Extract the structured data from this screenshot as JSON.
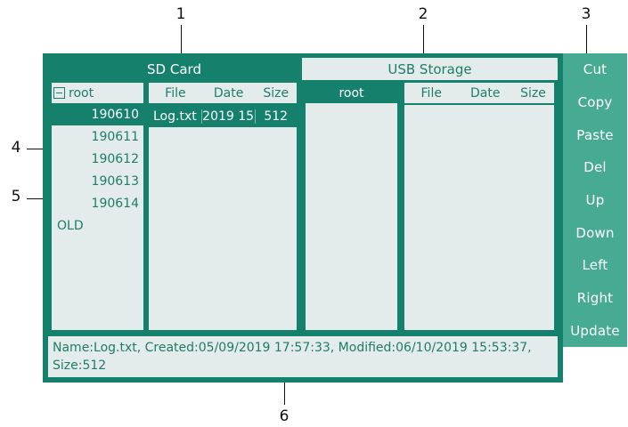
{
  "callouts": [
    {
      "id": "1",
      "label": "1"
    },
    {
      "id": "2",
      "label": "2"
    },
    {
      "id": "3",
      "label": "3"
    },
    {
      "id": "4",
      "label": "4"
    },
    {
      "id": "5",
      "label": "5"
    },
    {
      "id": "6",
      "label": "6"
    }
  ],
  "tabs": {
    "sd_card": "SD Card",
    "usb_storage": "USB Storage"
  },
  "sd_card": {
    "tree": {
      "root_label": "root",
      "root_icon": "minus-box-icon",
      "items": [
        {
          "label": "190610",
          "selected": true,
          "align": "right"
        },
        {
          "label": "190611",
          "selected": false,
          "align": "right"
        },
        {
          "label": "190612",
          "selected": false,
          "align": "right"
        },
        {
          "label": "190613",
          "selected": false,
          "align": "right"
        },
        {
          "label": "190614",
          "selected": false,
          "align": "right"
        },
        {
          "label": "OLD",
          "selected": false,
          "align": "left"
        }
      ]
    },
    "filelist": {
      "columns": [
        "File",
        "Date",
        "Size"
      ],
      "rows": [
        {
          "file": "Log.txt",
          "date": "2019 15",
          "size": "512",
          "selected": true
        }
      ]
    }
  },
  "usb_storage": {
    "tree": {
      "root_label": "root",
      "root_selected": true,
      "items": []
    },
    "filelist": {
      "columns": [
        "File",
        "Date",
        "Size"
      ],
      "rows": []
    }
  },
  "buttons": [
    {
      "label": "Cut"
    },
    {
      "label": "Copy"
    },
    {
      "label": "Paste"
    },
    {
      "label": "Del"
    },
    {
      "label": "Up"
    },
    {
      "label": "Down"
    },
    {
      "label": "Left"
    },
    {
      "label": "Right"
    },
    {
      "label": "Update"
    }
  ],
  "statusbar": {
    "text": "Name:Log.txt, Created:05/09/2019 17:57:33, Modified:06/10/2019 15:53:37, Size:512"
  },
  "colors": {
    "teal_dark": "#15806b",
    "teal_light": "#47ab93",
    "panel_bg": "#e4ebeb",
    "text_teal": "#1d7d68",
    "text_white": "#ffffff",
    "callout_black": "#111111"
  }
}
